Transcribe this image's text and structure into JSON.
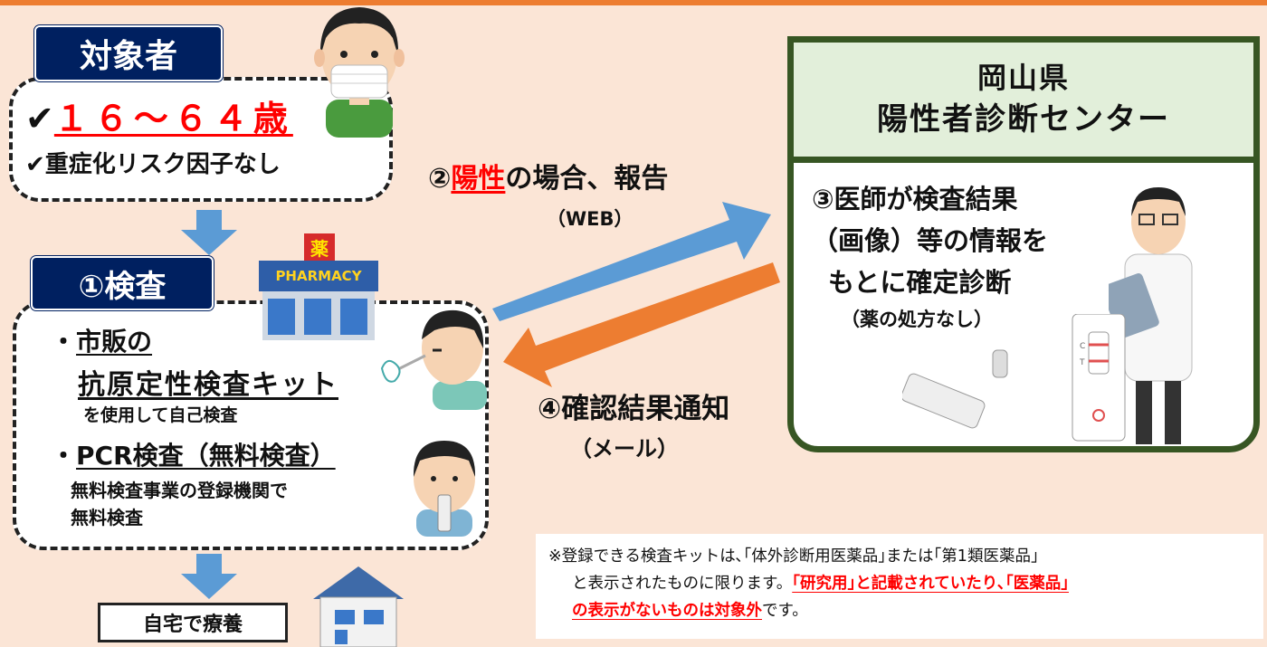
{
  "target": {
    "tag": "対象者",
    "age_check": "✔",
    "age": "１６～６４歳",
    "risk_line": "✔重症化リスク因子なし"
  },
  "test": {
    "tag": "①検査",
    "bullet": "・",
    "item1_line1": "市販の",
    "item1_line2": "抗原定性検査キット",
    "item1_sub": "を使用して自己検査",
    "item2_line": "PCR検査（無料検査）",
    "item2_sub1": "無料検査事業の登録機関で",
    "item2_sub2": "無料検査"
  },
  "pharmacy": {
    "sign_char": "薬",
    "sign_label": "PHARMACY"
  },
  "home": {
    "label": "自宅で療養"
  },
  "report": {
    "prefix": "②",
    "positive": "陽性",
    "suffix": "の場合、報告",
    "sub": "（WEB）"
  },
  "notify": {
    "label": "④確認結果通知",
    "sub": "（メール）"
  },
  "center": {
    "title_line1": "岡山県",
    "title_line2": "陽性者診断センター",
    "desc_line1": "③医師が検査結果",
    "desc_line2": "（画像）等の情報を",
    "desc_line3": "もとに確定診断",
    "desc_sub": "（薬の処方なし）"
  },
  "kit": {
    "c_mark": "C",
    "t_mark": "T"
  },
  "note": {
    "line1": "※登録できる検査キットは､｢体外診断用医薬品｣または｢第1類医薬品｣",
    "line2_plain": "と表示されたものに限ります。",
    "line2_red": "｢研究用｣と記載されていたり､｢医薬品｣",
    "line3_red": "の表示がないものは対象外",
    "line3_plain": "です。"
  },
  "colors": {
    "background": "#fbe5d6",
    "navy_tag": "#002060",
    "blue_arrow": "#5b9bd5",
    "orange_arrow": "#ed7d31",
    "green_frame": "#375623",
    "green_header": "#e2efda",
    "red_text": "#ff0000"
  },
  "icons": [
    "masked-person-icon",
    "pharmacy-icon",
    "nasal-swab-person-icon",
    "saliva-test-person-icon",
    "house-icon",
    "doctor-tablet-icon",
    "test-kit-icon"
  ]
}
